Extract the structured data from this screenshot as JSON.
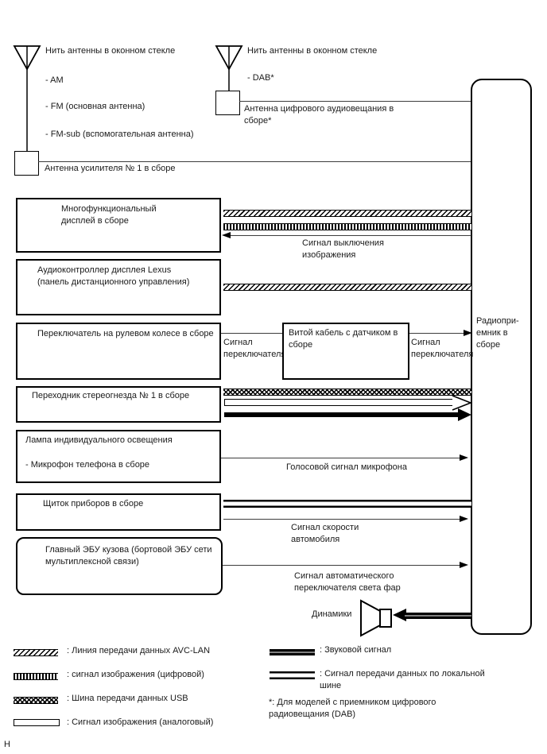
{
  "footer_mark": "H",
  "antenna_glass_1": {
    "title": "Нить антенны в оконном стекле",
    "bands": [
      "- AM",
      "- FM (основная антенна)",
      "- FM-sub (вспомогательная антенна)"
    ],
    "amp_box_label": "Антенна усилителя № 1 в сборе"
  },
  "antenna_glass_2": {
    "title": "Нить антенны в оконном стекле",
    "bands": [
      "- DAB*"
    ],
    "box_label": "Антенна цифрового аудиовещания в сборе*"
  },
  "radio_receiver": {
    "label_lines": [
      "Радиопри-",
      "емник в",
      "сборе"
    ]
  },
  "components": {
    "multifunction_display": "Многофункциональный дисплей в сборе",
    "audio_controller": "Аудиоконтроллер дисплея Lexus (панель дистанционного управления)",
    "steering_switch": "Переключатель на рулевом колесе в сборе",
    "spiral_cable": "Витой кабель с датчиком в сборе",
    "stereo_jack_adapter": "Переходник стереогнезда № 1 в сборе",
    "lamp_line1": "Лампа индивидуального освещения",
    "lamp_line2": "- Микрофон телефона в сборе",
    "instrument_cluster": "Щиток приборов в сборе",
    "main_body_ecu": "Главный ЭБУ кузова (бортовой ЭБУ сети мультиплексной связи)",
    "speakers": "Динамики"
  },
  "signal_labels": {
    "image_off": "Сигнал выключения изображения",
    "switch_signal_left": "Сигнал переключателя",
    "switch_signal_right": "Сигнал переключателя",
    "mic_voice": "Голосовой сигнал микрофона",
    "vehicle_speed": "Сигнал скорости автомобиля",
    "auto_headlight": "Сигнал автоматического переключателя света фар"
  },
  "legend": {
    "avc_lan": ": Линия передачи данных AVC-LAN",
    "image_digital": ": сигнал изображения (цифровой)",
    "usb_bus": ": Шина передачи данных USB",
    "image_analog": ": Сигнал изображения (аналоговый)",
    "audio": ": Звуковой сигнал",
    "local_bus": ": Сигнал передачи данных по локальной шине",
    "footnote": "*: Для моделей с приемником цифрового радиовещания (DAB)"
  },
  "colors": {
    "line": "#000000",
    "thin_line": "#3d3d3d",
    "background": "#ffffff",
    "text": "#1a1a1a"
  }
}
